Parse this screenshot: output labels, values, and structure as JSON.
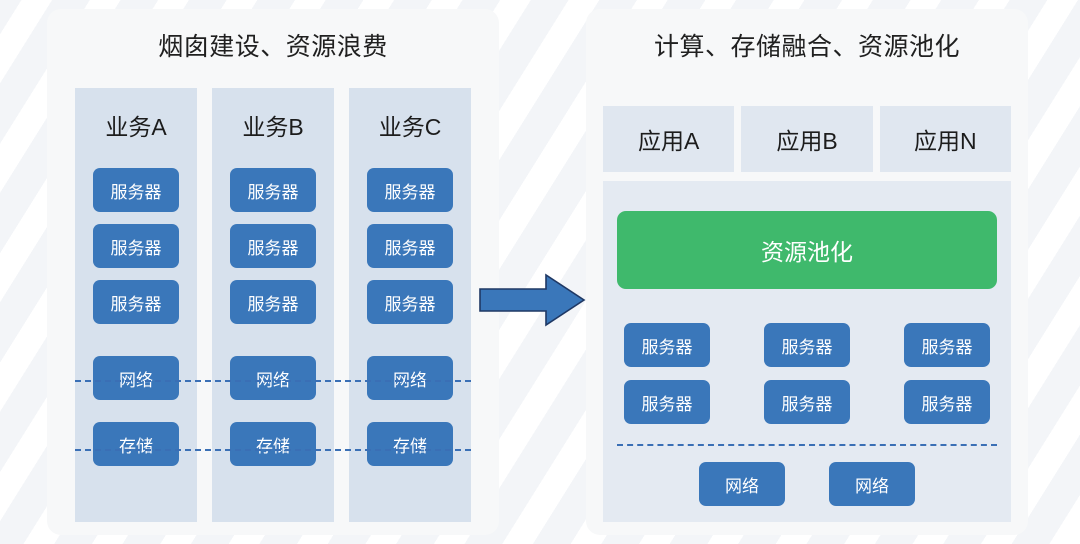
{
  "diagram": {
    "left_panel": {
      "title": "烟囱建设、资源浪费",
      "columns": [
        {
          "head": "业务A",
          "servers": [
            "服务器",
            "服务器",
            "服务器"
          ],
          "network": "网络",
          "storage": "存储"
        },
        {
          "head": "业务B",
          "servers": [
            "服务器",
            "服务器",
            "服务器"
          ],
          "network": "网络",
          "storage": "存储"
        },
        {
          "head": "业务C",
          "servers": [
            "服务器",
            "服务器",
            "服务器"
          ],
          "network": "网络",
          "storage": "存储"
        }
      ]
    },
    "right_panel": {
      "title": "计算、存储融合、资源池化",
      "apps": [
        "应用A",
        "应用B",
        "应用N"
      ],
      "pool_label": "资源池化",
      "servers": [
        [
          "服务器",
          "服务器",
          "服务器"
        ],
        [
          "服务器",
          "服务器",
          "服务器"
        ]
      ],
      "networks": [
        "网络",
        "网络"
      ]
    },
    "arrow": {
      "direction": "right"
    },
    "colors": {
      "page_background": "#ffffff",
      "panel_background": "#f7f8f9",
      "column_background": "#d7e1ed",
      "app_box_background": "#e0e7f0",
      "pool_container_background": "#e4eaf2",
      "chip_blue": "#3a77ba",
      "pool_green": "#3fb96c",
      "dashed_blue": "#3a6fb5",
      "arrow_blue": "#3a77ba",
      "arrow_outline": "#1f3864",
      "title_text": "#202020",
      "chip_text": "#ffffff"
    }
  }
}
